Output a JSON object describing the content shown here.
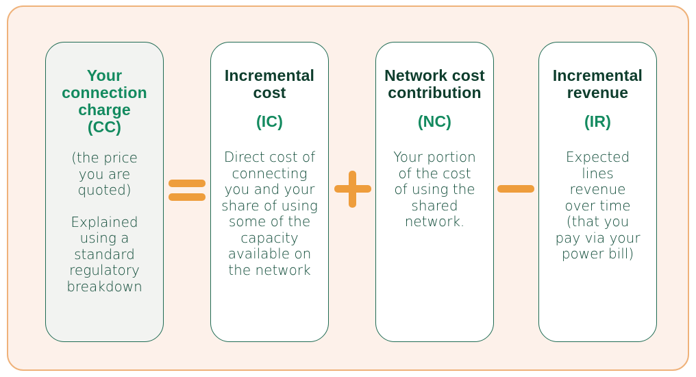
{
  "cards": [
    {
      "title": "Your connection charge",
      "abbr": "(CC)",
      "body": [
        "(the price you are quoted)",
        "Explained using a standard regulatory breakdown"
      ]
    },
    {
      "title": "Incremental cost",
      "abbr": "(IC)",
      "body": [
        "Direct cost of connecting you and your share of using some of the capacity available on the network"
      ]
    },
    {
      "title": "Network cost contribution",
      "abbr": "(NC)",
      "body": [
        "Your portion of the cost of using the shared network."
      ]
    },
    {
      "title": "Incremental revenue",
      "abbr": "(IR)",
      "body": [
        "Expected lines revenue over time (that you pay via your power bill)"
      ]
    }
  ],
  "operators": [
    "equals",
    "plus",
    "minus"
  ],
  "colors": {
    "frame_border": "#efb27a",
    "frame_fill": "#fdf1ea",
    "operator": "#ee9d3c",
    "title_dark": "#0d3d2c",
    "accent_green": "#138a5f"
  }
}
